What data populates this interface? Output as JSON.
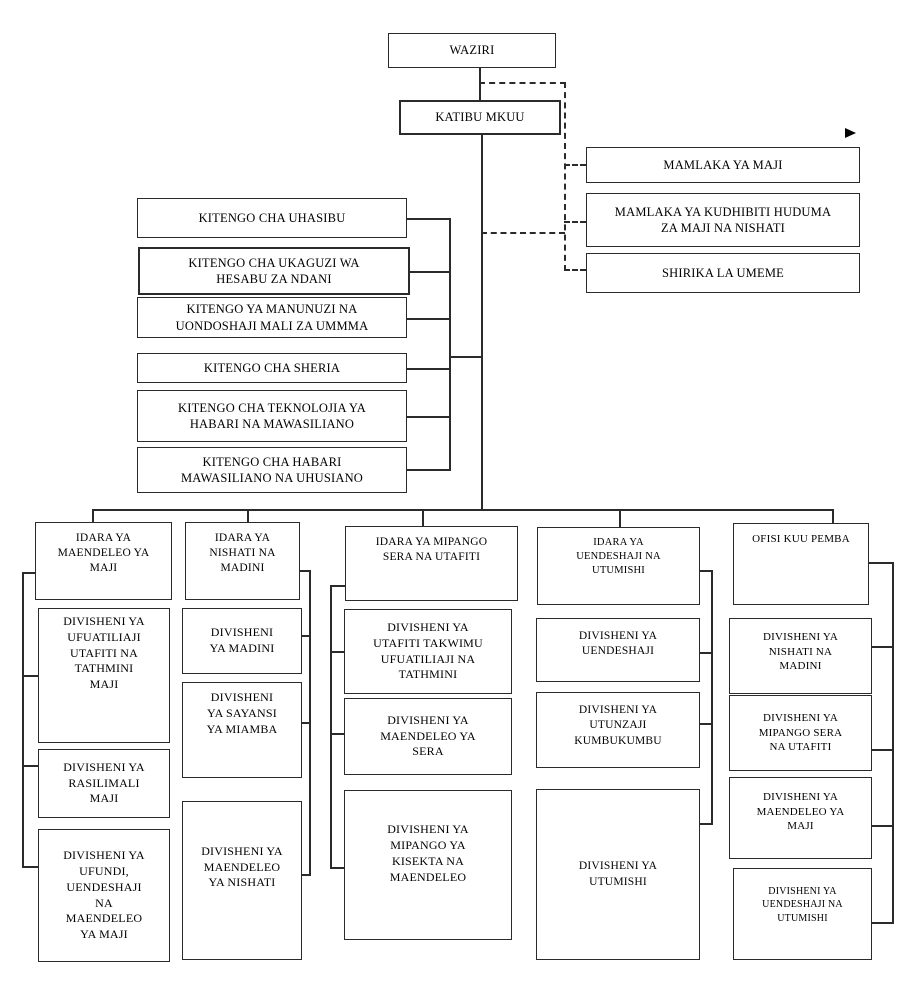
{
  "colors": {
    "line": "#2b2b2b",
    "text": "#000000",
    "background": "#ffffff"
  },
  "top": {
    "waziri": "WAZIRI",
    "katibu_mkuu": "KATIBU MKUU"
  },
  "affiliates": [
    "MAMLAKA YA MAJI",
    "MAMLAKA YA KUDHIBITI HUDUMA\nZA MAJI NA NISHATI",
    "SHIRIKA LA UMEME"
  ],
  "units": [
    "KITENGO CHA UHASIBU",
    "KITENGO CHA UKAGUZI WA\nHESABU ZA NDANI",
    "KITENGO YA MANUNUZI NA\nUONDOSHAJI MALI ZA UMMMA",
    "KITENGO CHA SHERIA",
    "KITENGO CHA TEKNOLOJIA YA\nHABARI NA MAWASILIANO",
    "KITENGO CHA HABARI\nMAWASILIANO NA UHUSIANO"
  ],
  "departments": [
    {
      "name": "IDARA YA\nMAENDELEO YA\nMAJI",
      "divisions": [
        "DIVISHENI YA\nUFUATILIAJI\nUTAFITI NA\nTATHMINI\nMAJI",
        "DIVISHENI YA\nRASILIMALI\nMAJI",
        "DIVISHENI YA\nUFUNDI,\nUENDESHAJI\nNA\nMAENDELEO\nYA MAJI"
      ]
    },
    {
      "name": "IDARA YA\nNISHATI NA\nMADINI",
      "divisions": [
        "DIVISHENI\nYA MADINI",
        "DIVISHENI\nYA SAYANSI\nYA MIAMBA",
        "DIVISHENI YA\nMAENDELEO\nYA NISHATI"
      ]
    },
    {
      "name": "IDARA YA MIPANGO\nSERA NA UTAFITI",
      "divisions": [
        "DIVISHENI YA\nUTAFITI TAKWIMU\nUFUATILIAJI NA\nTATHMINI",
        "DIVISHENI YA\nMAENDELEO YA\nSERA",
        "DIVISHENI YA\nMIPANGO YA\nKISEKTA NA\nMAENDELEO"
      ]
    },
    {
      "name": "IDARA YA\nUENDESHAJI NA\nUTUMISHI",
      "divisions": [
        "DIVISHENI YA\nUENDESHAJI",
        "DIVISHENI YA\nUTUNZAJI\nKUMBUKUMBU",
        "DIVISHENI YA\nUTUMISHI"
      ]
    },
    {
      "name": "OFISI KUU PEMBA",
      "divisions": [
        "DIVISHENI YA\nNISHATI NA\nMADINI",
        "DIVISHENI YA\nMIPANGO SERA\nNA UTAFITI",
        "DIVISHENI YA\nMAENDELEO YA\nMAJI",
        "DIVISHENI YA\nUENDESHAJI NA\nUTUMISHI"
      ]
    }
  ]
}
